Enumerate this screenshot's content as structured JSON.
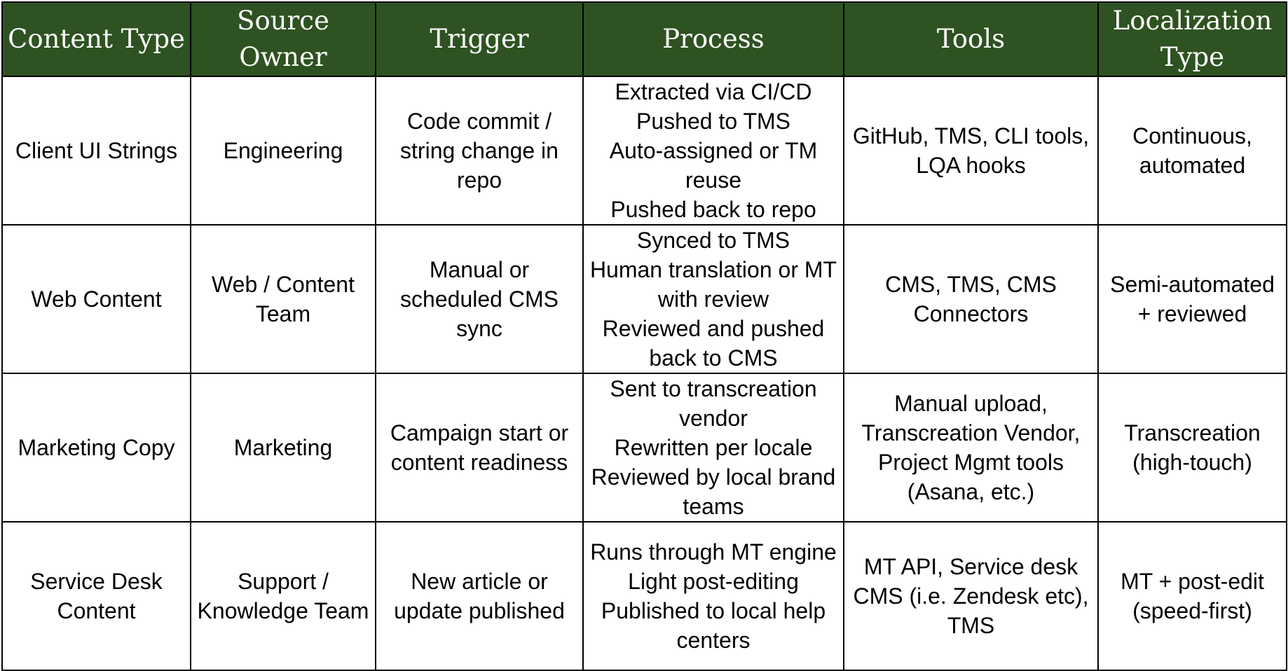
{
  "headers": [
    "Content Type",
    "Source Owner",
    "Trigger",
    "Process",
    "Tools",
    "Localization Type"
  ],
  "rows": [
    {
      "content_type": "Client UI Strings",
      "source_owner": "Engineering",
      "trigger": "Code commit / string change in repo",
      "process": "Extracted via CI/CD\nPushed to TMS\nAuto-assigned or TM reuse\nPushed back to repo",
      "tools": "GitHub, TMS, CLI tools, LQA hooks",
      "localization_type": "Continuous, automated"
    },
    {
      "content_type": "Web Content",
      "source_owner": "Web / Content Team",
      "trigger": "Manual or scheduled CMS sync",
      "process": "Synced to TMS\nHuman translation or MT with review\nReviewed and pushed back to CMS",
      "tools": "CMS, TMS, CMS Connectors",
      "localization_type": "Semi-automated + reviewed"
    },
    {
      "content_type": "Marketing Copy",
      "source_owner": "Marketing",
      "trigger": "Campaign start or content readiness",
      "process": "Sent to transcreation vendor\nRewritten per locale\nReviewed by local brand teams",
      "tools": "Manual upload, Transcreation Vendor, Project Mgmt tools (Asana, etc.)",
      "localization_type": "Transcreation (high-touch)"
    },
    {
      "content_type": "Service Desk Content",
      "source_owner": "Support / Knowledge Team",
      "trigger": "New article or update published",
      "process": "Runs through MT engine\nLight post-editing\nPublished to local help centers",
      "tools": "MT API, Service desk CMS (i.e. Zendesk etc), TMS",
      "localization_type": "MT + post-edit (speed-first)"
    }
  ]
}
